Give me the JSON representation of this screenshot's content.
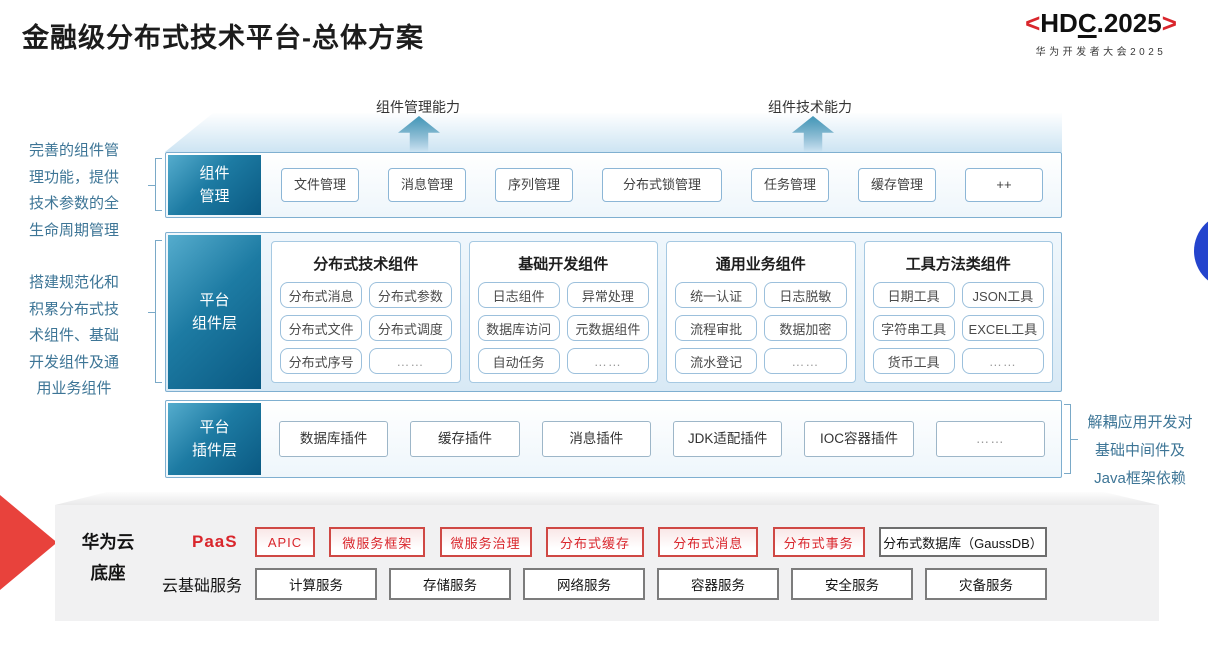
{
  "header": {
    "title": "金融级分布式技术平台-总体方案",
    "logo": {
      "open": "<",
      "hd": "HD",
      "c": "C",
      "rest": ".2025",
      "close": ">",
      "subtitle": "华为开发者大会2025"
    }
  },
  "arrows": {
    "left_label": "组件管理能力",
    "right_label": "组件技术能力"
  },
  "annotations": {
    "left_top": "完善的组件管理功能，提供技术参数的全生命周期管理",
    "left_middle": "搭建规范化和积累分布式技术组件、基础开发组件及通用业务组件",
    "right": "解耦应用开发对基础中间件及Java框架依赖"
  },
  "rows": {
    "component_mgmt": {
      "label": "组件\n管理",
      "items": [
        "文件管理",
        "消息管理",
        "序列管理",
        "分布式锁管理",
        "任务管理",
        "缓存管理",
        "++"
      ]
    },
    "platform_components": {
      "label": "平台\n组件层",
      "groups": [
        {
          "title": "分布式技术组件",
          "items": [
            "分布式消息",
            "分布式参数",
            "分布式文件",
            "分布式调度",
            "分布式序号",
            "……"
          ]
        },
        {
          "title": "基础开发组件",
          "items": [
            "日志组件",
            "异常处理",
            "数据库访问",
            "元数据组件",
            "自动任务",
            "……"
          ]
        },
        {
          "title": "通用业务组件",
          "items": [
            "统一认证",
            "日志脱敏",
            "流程审批",
            "数据加密",
            "流水登记",
            "……"
          ]
        },
        {
          "title": "工具方法类组件",
          "items": [
            "日期工具",
            "JSON工具",
            "字符串工具",
            "EXCEL工具",
            "货币工具",
            "……"
          ]
        }
      ]
    },
    "platform_plugins": {
      "label": "平台\n插件层",
      "items": [
        "数据库插件",
        "缓存插件",
        "消息插件",
        "JDK适配插件",
        "IOC容器插件",
        "……"
      ]
    }
  },
  "foundation": {
    "label": "华为云底座",
    "paas": {
      "label": "PaaS",
      "items": [
        {
          "label": "APIC",
          "style": "red"
        },
        {
          "label": "微服务框架",
          "style": "red"
        },
        {
          "label": "微服务治理",
          "style": "red"
        },
        {
          "label": "分布式缓存",
          "style": "red"
        },
        {
          "label": "分布式消息",
          "style": "red"
        },
        {
          "label": "分布式事务",
          "style": "red"
        },
        {
          "label": "分布式数据库（GaussDB）",
          "style": "plain"
        }
      ]
    },
    "iaas": {
      "label": "云基础服务",
      "items": [
        "计算服务",
        "存储服务",
        "网络服务",
        "容器服务",
        "安全服务",
        "灾备服务"
      ]
    }
  },
  "colors": {
    "accent_red": "#d9262c",
    "teal_dark": "#0a5982",
    "teal_light": "#55accd",
    "row_border": "#7fafd0",
    "annotation_text": "#3d7596",
    "foundation_bg": "#f1f1f2",
    "blue_dot": "#2444cd"
  }
}
